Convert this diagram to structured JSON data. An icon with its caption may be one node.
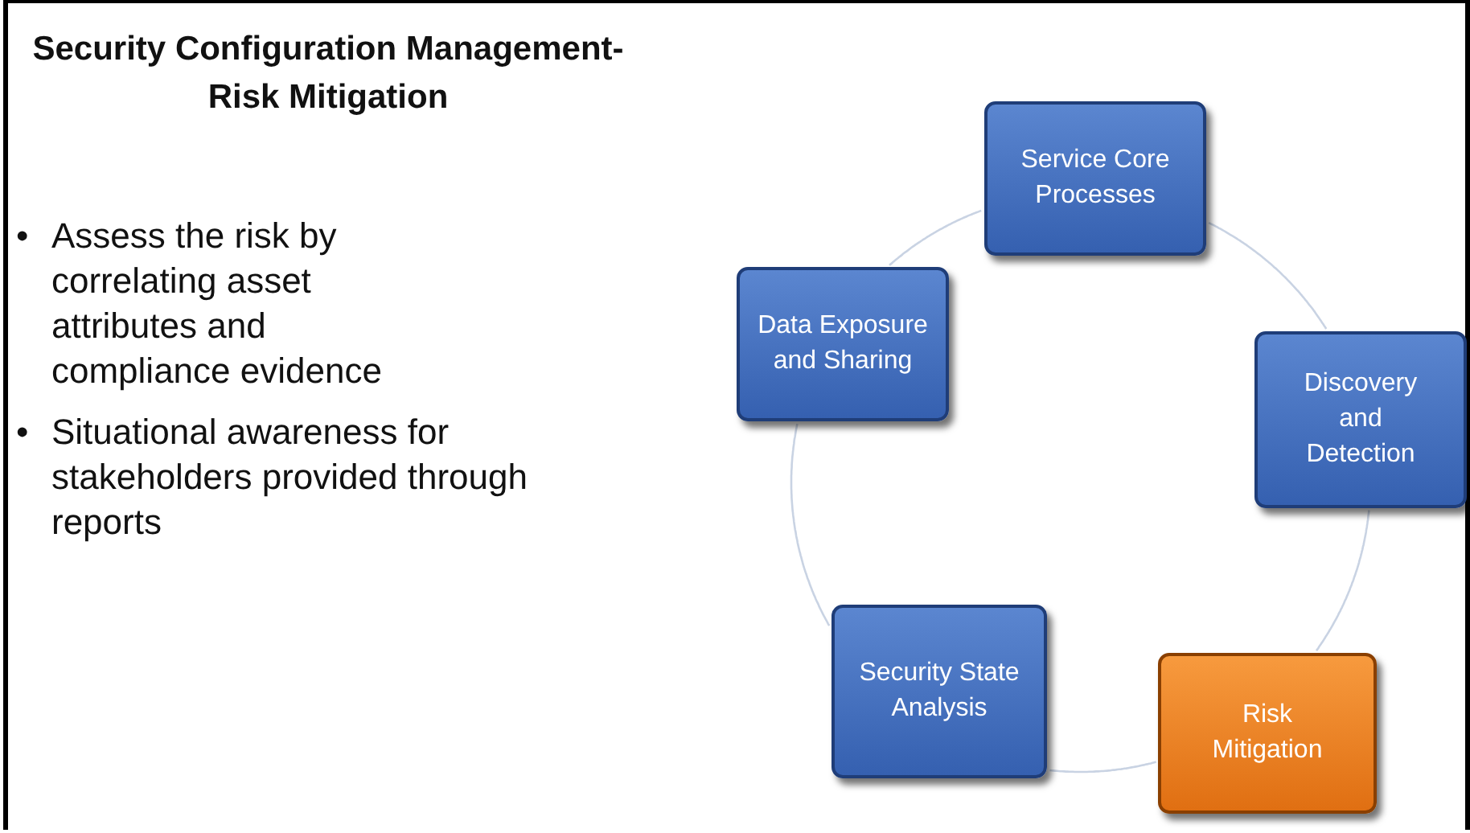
{
  "diagram": {
    "title": "Security Configuration Management- Risk Mitigation",
    "nodes": [
      {
        "text": [
          "Service Core Processes"
        ]
      },
      {
        "text": [
          "Data Exposure and Sharing"
        ]
      },
      {
        "text": [
          "Discovery and Detection"
        ]
      },
      {
        "text": [
          "Security State Analysis"
        ]
      },
      {
        "text": [
          "Risk Mitigation"
        ]
      }
    ],
    "edges": [
      {
        "from": 0,
        "to": 2,
        "arrow": "none"
      },
      {
        "from": 2,
        "to": 4,
        "arrow": "none"
      },
      {
        "from": 4,
        "to": 3,
        "arrow": "none"
      },
      {
        "from": 3,
        "to": 1,
        "arrow": "none"
      },
      {
        "from": 1,
        "to": 0,
        "arrow": "none"
      }
    ],
    "labels": [
      "•",
      "Assess the risk by correlating asset attributes and compliance evidence",
      "•",
      "Situational awareness for stakeholders provided through reports"
    ]
  }
}
